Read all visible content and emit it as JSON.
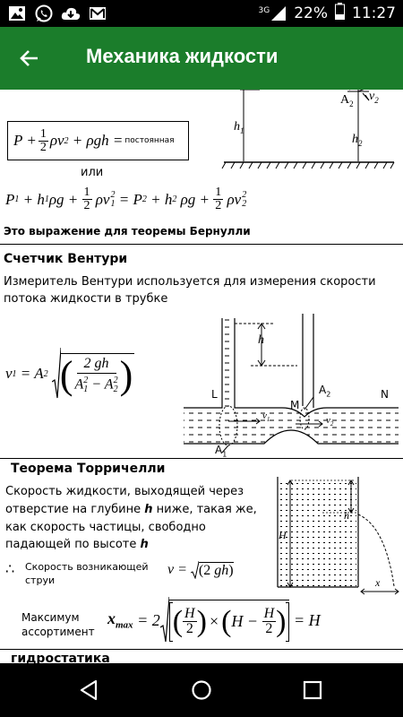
{
  "status_bar": {
    "network": "3G",
    "battery": "22%",
    "time": "11:27",
    "icons": [
      "image-icon",
      "whatsapp-icon",
      "cloud-download-icon",
      "gmail-icon"
    ]
  },
  "app_bar": {
    "title": "Механика жидкости",
    "back_icon": "back-arrow-icon"
  },
  "bernoulli": {
    "constant_word": "постоянная",
    "or_word": "или",
    "caption": "Это выражение для теоремы Бернулли",
    "diagram_labels": {
      "h1": "h",
      "h1_sub": "1",
      "h2": "h",
      "h2_sub": "2",
      "a2": "A",
      "a2_sub": "2",
      "v2": "v",
      "v2_sub": "2"
    }
  },
  "venturi": {
    "title": "Счетчик Вентури",
    "description_line1": "Измеритель Вентури используется для измерения скорости",
    "description_line2": "потока жидкости в трубке",
    "diagram_labels": {
      "h": "h",
      "l": "L",
      "m": "M",
      "n": "N",
      "a1": "A",
      "a1_sub": "1",
      "a2": "A",
      "a2_sub": "2",
      "v1": "v",
      "v1_sub": "1",
      "v2": "v",
      "v2_sub": "2"
    }
  },
  "torricelli": {
    "title": "Теорема Торричелли",
    "text_line1": "Скорость жидкости, выходящей через",
    "text_line2_a": "отверстие на глубине ",
    "text_line2_h": "h",
    "text_line2_b": " ниже, такая же,",
    "text_line3": "как скорость частицы, свободно",
    "text_line4_a": "падающей по высоте ",
    "text_line4_h": "h",
    "therefore": "∴",
    "velocity_label_line1": "Скорость возникающей",
    "velocity_label_line2": "струи",
    "max_label_line1": "Максимум",
    "max_label_line2": "ассортимент",
    "diagram_labels": {
      "h": "h",
      "H": "H",
      "x": "x"
    }
  },
  "hydrostatics": {
    "title": "гидростатика"
  },
  "nav_bar": {
    "back": "nav-back-icon",
    "home": "nav-home-icon",
    "recents": "nav-recents-icon"
  }
}
